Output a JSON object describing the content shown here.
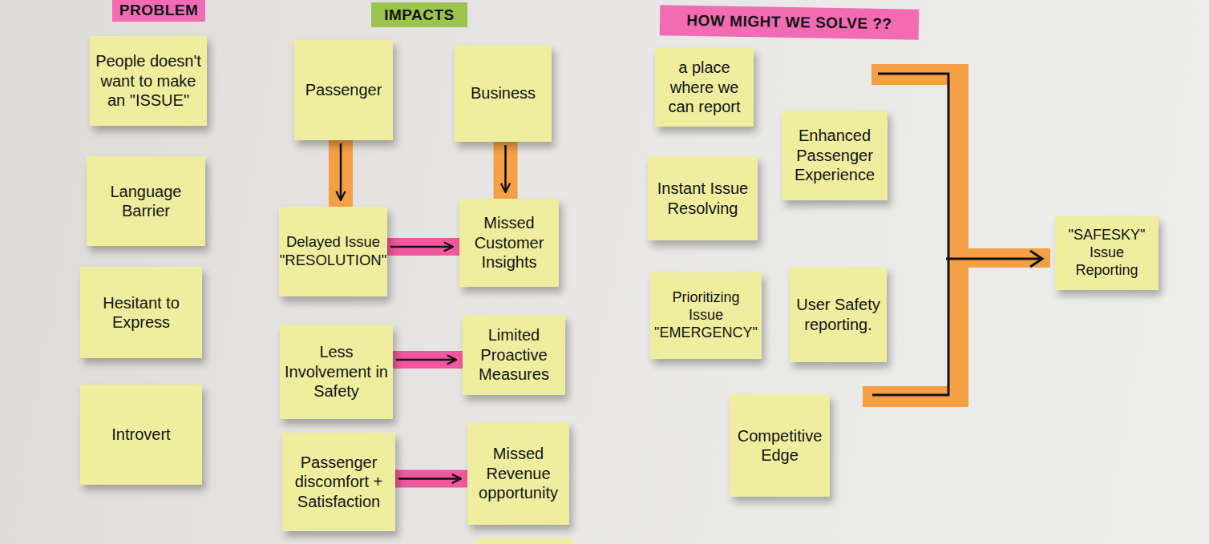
{
  "diagram": {
    "nodes": [
      {
        "text": [
          "PROBLEM"
        ]
      },
      {
        "text": [
          "IMPACTS"
        ]
      },
      {
        "text": [
          "HOW MIGHT WE SOLVE ??"
        ]
      },
      {
        "text": [
          "People doesn't want to make an \"ISSUE\""
        ]
      },
      {
        "text": [
          "Language Barrier"
        ]
      },
      {
        "text": [
          "Hesitant to Express"
        ]
      },
      {
        "text": [
          "Introvert"
        ]
      },
      {
        "text": [
          "Passenger"
        ]
      },
      {
        "text": [
          "Business"
        ]
      },
      {
        "text": [
          "Delayed Issue \"RESOLUTION\""
        ]
      },
      {
        "text": [
          "Missed Customer Insights"
        ]
      },
      {
        "text": [
          "Less Involvement in Safety"
        ]
      },
      {
        "text": [
          "Limited Proactive Measures"
        ]
      },
      {
        "text": [
          "Passenger discomfort + Satisfaction"
        ]
      },
      {
        "text": [
          "Missed Revenue opportunity"
        ]
      },
      {
        "text": [
          "a place where we can report"
        ]
      },
      {
        "text": [
          "Enhanced Passenger Experience"
        ]
      },
      {
        "text": [
          "Instant Issue Resolving"
        ]
      },
      {
        "text": [
          "Prioritizing Issue \"EMERGENCY\""
        ]
      },
      {
        "text": [
          "User Safety reporting."
        ]
      },
      {
        "text": [
          "Competitive Edge"
        ]
      },
      {
        "text": [
          "\"SAFESKY\" Issue Reporting"
        ]
      }
    ],
    "edges": [
      {
        "from": 7,
        "to": 9,
        "arrow": "to"
      },
      {
        "from": 8,
        "to": 10,
        "arrow": "to"
      },
      {
        "from": 9,
        "to": 10,
        "arrow": "to"
      },
      {
        "from": 11,
        "to": 12,
        "arrow": "to"
      },
      {
        "from": 13,
        "to": 14,
        "arrow": "to"
      }
    ]
  }
}
